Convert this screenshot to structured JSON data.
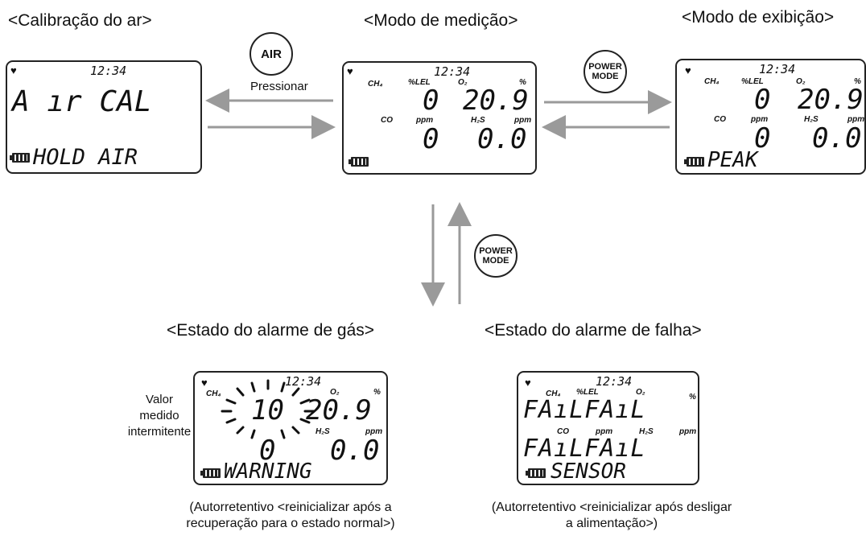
{
  "sections": {
    "air_cal": "<Calibração do ar>",
    "measure": "<Modo de medição>",
    "display": "<Modo de exibição>",
    "gas_alarm": "<Estado do alarme de gás>",
    "fault_alarm": "<Estado do alarme de falha>"
  },
  "buttons": {
    "air": "AIR",
    "power_top": "POWER",
    "mode_top": "MODE",
    "power_mid": "POWER",
    "mode_mid": "MODE"
  },
  "labels": {
    "press": "Pressionar",
    "blink_value": "Valor\nmedido\nintermitente",
    "gas_caption": "(Autorretentivo <reinicializar após a recuperação para o estado normal>)",
    "fault_caption": "(Autorretentivo <reinicializar após desligar a alimentação>)"
  },
  "lcd_common": {
    "time": "12:34",
    "ch4": "CH₄",
    "lel": "%LEL",
    "o2": "O₂",
    "pct": "%",
    "co": "CO",
    "ppm1": "ppm",
    "h2s": "H₂S",
    "ppm2": "ppm"
  },
  "lcd_air": {
    "line1": "A ır  CAL",
    "line2": "HOLD AIR"
  },
  "lcd_measure": {
    "ch4_val": "0",
    "o2_val": "20.9",
    "co_val": "0",
    "h2s_val": "0.0"
  },
  "lcd_display": {
    "ch4_val": "0",
    "o2_val": "20.9",
    "co_val": "0",
    "h2s_val": "0.0",
    "status": "PEAK"
  },
  "lcd_gas": {
    "ch4_val": "10",
    "o2_val": "20.9",
    "co_val": "0",
    "h2s_val": "0.0",
    "status": "WARNING"
  },
  "lcd_fault": {
    "row1": "FAıLFAıL",
    "row2": "FAıLFAıL",
    "status": "SENSOR"
  }
}
